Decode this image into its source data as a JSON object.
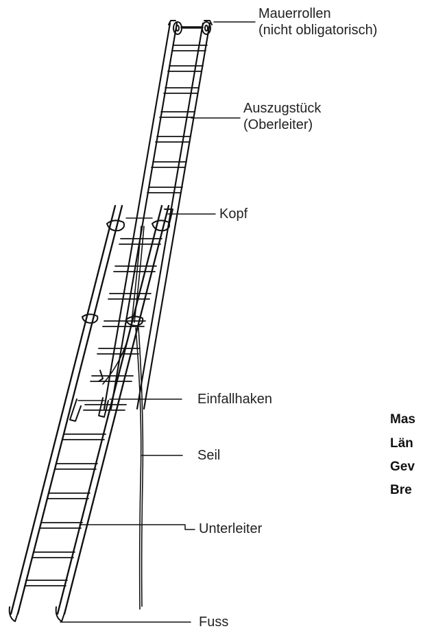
{
  "labels": {
    "mauerrollen_line1": "Mauerrollen",
    "mauerrollen_line2": "(nicht obligatorisch)",
    "auszug_line1": "Auszugstück",
    "auszug_line2": "(Oberleiter)",
    "kopf": "Kopf",
    "einfallhaken": "Einfallhaken",
    "seil": "Seil",
    "unterleiter": "Unterleiter",
    "fuss": "Fuss"
  },
  "specs": [
    "Mas",
    "Län",
    "Gev",
    "Bre"
  ],
  "colors": {
    "ink": "#111111",
    "background": "#ffffff"
  }
}
